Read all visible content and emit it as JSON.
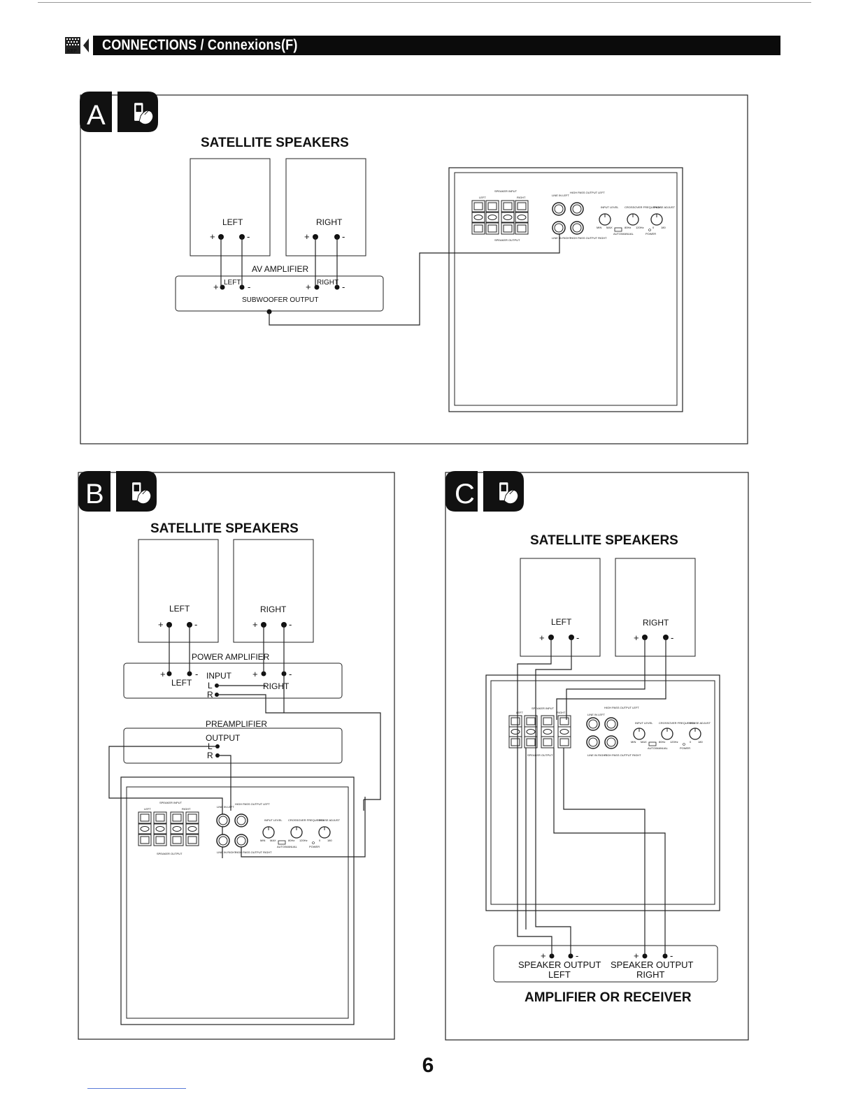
{
  "header": {
    "title": "CONNECTIONS / Connexions(F)",
    "logo": "KEF"
  },
  "panel_a": {
    "letter": "A",
    "title": "SATELLITE SPEAKERS",
    "left_label": "LEFT",
    "right_label": "RIGHT",
    "amp_name": "AV AMPLIFIER",
    "amp_left": "LEFT",
    "amp_right": "RIGHT",
    "amp_output": "SUBWOOFER OUTPUT"
  },
  "panel_b": {
    "letter": "B",
    "title": "SATELLITE SPEAKERS",
    "left_label": "LEFT",
    "right_label": "RIGHT",
    "power_amp": "POWER AMPLIFIER",
    "pa_left": "LEFT",
    "pa_input": "INPUT",
    "pa_l": "L",
    "pa_r": "R",
    "pa_right": "RIGHT",
    "preamp": "PREAMPLIFIER",
    "pre_output": "OUTPUT",
    "pre_l": "L",
    "pre_r": "R"
  },
  "panel_c": {
    "letter": "C",
    "title": "SATELLITE SPEAKERS",
    "left_label": "LEFT",
    "right_label": "RIGHT",
    "out_left_1": "SPEAKER OUTPUT",
    "out_left_2": "LEFT",
    "out_right_1": "SPEAKER OUTPUT",
    "out_right_2": "RIGHT",
    "receiver": "AMPLIFIER OR RECEIVER"
  },
  "polarity": {
    "plus": "+",
    "minus": "-"
  },
  "sub_panel": {
    "speaker_input": "SPEAKER INPUT",
    "speaker_output": "SPEAKER OUTPUT",
    "left": "LEFT",
    "right": "RIGHT",
    "line_in_left": "LINE IN LEFT",
    "line_in_right": "LINE IN RIGHT",
    "hp_left": "HIGH PASS OUTPUT LEFT",
    "hp_right": "HIGH PASS OUTPUT RIGHT",
    "input_level": "INPUT LEVEL",
    "crossover": "CROSSOVER FREQUENCY",
    "phase": "PHASE ADJUST",
    "min": "MIN",
    "max": "MAX",
    "f_low": "80Hz",
    "f_high": "120Hz",
    "p0": "0",
    "p180": "180",
    "auto_manual": "AUTO/MANUAL",
    "power": "POWER"
  },
  "icons": [
    "switch-hand-icon",
    "kef-logo-icon"
  ],
  "page_number": "6"
}
